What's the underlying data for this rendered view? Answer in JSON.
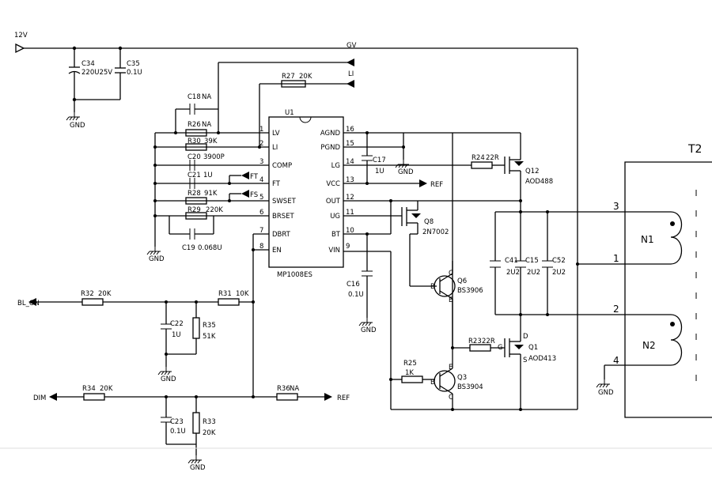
{
  "nets": {
    "v12": "12V",
    "gv": "GV",
    "li": "LI",
    "ref_out": "REF",
    "ref_in": "REF",
    "ft": "FT",
    "fs": "FS",
    "bl_on": "BL_ON",
    "dim": "DIM",
    "gnd": "GND"
  },
  "ic": {
    "ref": "U1",
    "part": "MP1008ES",
    "left_pins": [
      {
        "num": "1",
        "name": "LV"
      },
      {
        "num": "2",
        "name": "LI"
      },
      {
        "num": "3",
        "name": "COMP"
      },
      {
        "num": "4",
        "name": "FT"
      },
      {
        "num": "5",
        "name": "SWSET"
      },
      {
        "num": "6",
        "name": "BRSET"
      },
      {
        "num": "7",
        "name": "DBRT"
      },
      {
        "num": "8",
        "name": "EN"
      }
    ],
    "right_pins": [
      {
        "num": "16",
        "name": "AGND"
      },
      {
        "num": "15",
        "name": "PGND"
      },
      {
        "num": "14",
        "name": "LG"
      },
      {
        "num": "13",
        "name": "VCC"
      },
      {
        "num": "12",
        "name": "OUT"
      },
      {
        "num": "11",
        "name": "UG"
      },
      {
        "num": "10",
        "name": "BT"
      },
      {
        "num": "9",
        "name": "VIN"
      }
    ]
  },
  "components": {
    "c34": {
      "ref": "C34",
      "value": "220U25V"
    },
    "c35": {
      "ref": "C35",
      "value": "0.1U"
    },
    "c18": {
      "ref": "C18",
      "value": "NA"
    },
    "r27": {
      "ref": "R27",
      "value": "20K"
    },
    "r26": {
      "ref": "R26",
      "value": "NA"
    },
    "r30": {
      "ref": "R30",
      "value": "39K"
    },
    "c20": {
      "ref": "C20",
      "value": "3900P"
    },
    "c21": {
      "ref": "C21",
      "value": "1U"
    },
    "r28": {
      "ref": "R28",
      "value": "91K"
    },
    "r29": {
      "ref": "R29",
      "value": "220K"
    },
    "c19": {
      "ref": "C19",
      "value": "0.068U"
    },
    "c17": {
      "ref": "C17",
      "value": "1U"
    },
    "r24": {
      "ref": "R24",
      "value": "22R"
    },
    "q12": {
      "ref": "Q12",
      "value": "AOD488"
    },
    "q8": {
      "ref": "Q8",
      "value": "2N7002"
    },
    "q6": {
      "ref": "Q6",
      "value": "BS3906"
    },
    "q3": {
      "ref": "Q3",
      "value": "BS3904"
    },
    "q1": {
      "ref": "Q1",
      "value": "AOD413"
    },
    "r23": {
      "ref": "R23",
      "value": "22R"
    },
    "r25": {
      "ref": "R25",
      "value": "1K"
    },
    "c16": {
      "ref": "C16",
      "value": "0.1U"
    },
    "c41": {
      "ref": "C41",
      "value": "2U2"
    },
    "c15": {
      "ref": "C15",
      "value": "2U2"
    },
    "c52": {
      "ref": "C52",
      "value": "2U2"
    },
    "r32": {
      "ref": "R32",
      "value": "20K"
    },
    "r31": {
      "ref": "R31",
      "value": "10K"
    },
    "c22": {
      "ref": "C22",
      "value": "1U"
    },
    "r35": {
      "ref": "R35",
      "value": "51K"
    },
    "r34": {
      "ref": "R34",
      "value": "20K"
    },
    "r36": {
      "ref": "R36",
      "value": "NA"
    },
    "c23": {
      "ref": "C23",
      "value": "0.1U"
    },
    "r33": {
      "ref": "R33",
      "value": "20K"
    }
  },
  "transformer": {
    "ref": "T2",
    "n1": "N1",
    "n2": "N2",
    "pins": [
      "3",
      "1",
      "2",
      "4"
    ]
  },
  "mosfet_pins": {
    "g": "G",
    "d": "D",
    "s": "S"
  },
  "bjt_pins": {
    "b": "B",
    "c": "C",
    "e": "E"
  }
}
